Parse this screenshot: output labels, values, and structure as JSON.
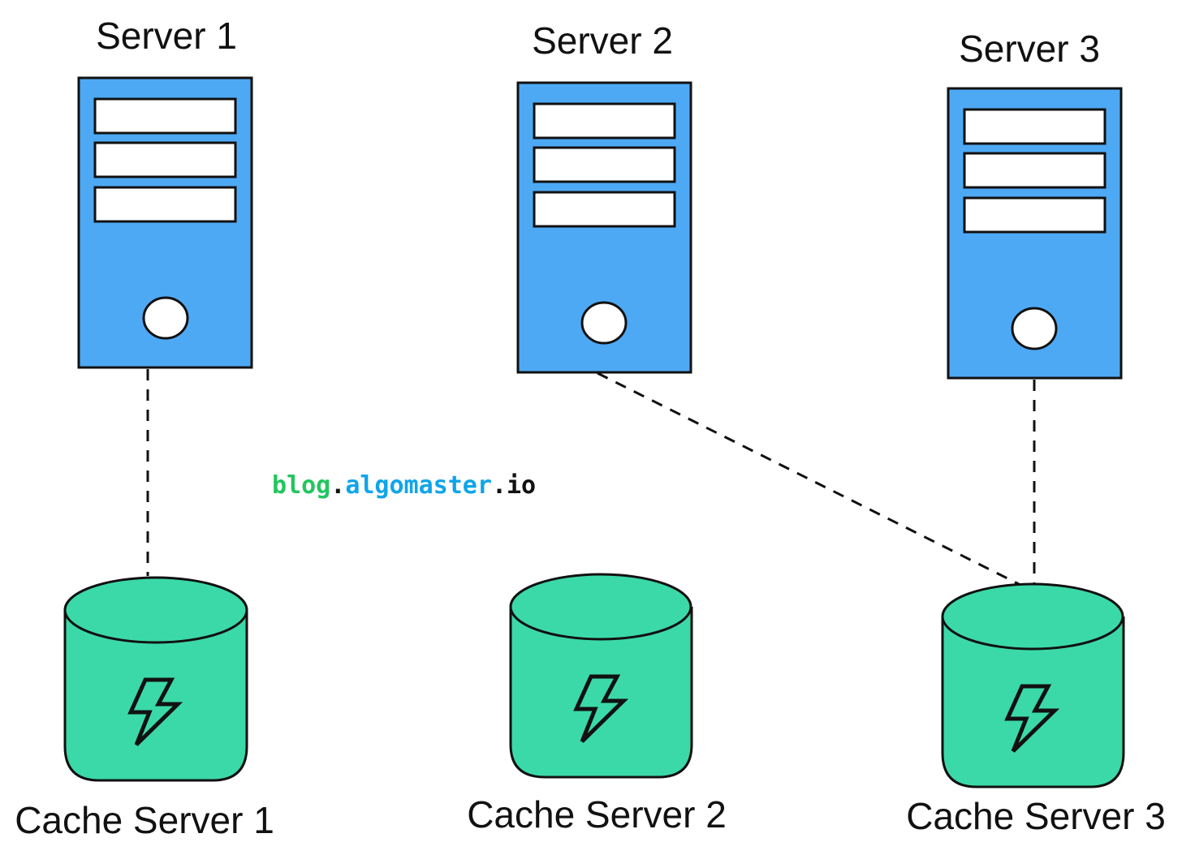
{
  "servers": [
    {
      "label": "Server 1"
    },
    {
      "label": "Server 2"
    },
    {
      "label": "Server 3"
    }
  ],
  "caches": [
    {
      "label": "Cache Server 1",
      "icon": "lightning-bolt-icon"
    },
    {
      "label": "Cache Server 2",
      "icon": "lightning-bolt-icon"
    },
    {
      "label": "Cache Server 3",
      "icon": "lightning-bolt-icon"
    }
  ],
  "connections": [
    {
      "from": "Server 1",
      "to": "Cache Server 1",
      "style": "dashed"
    },
    {
      "from": "Server 2",
      "to": "Cache Server 3",
      "style": "dashed"
    },
    {
      "from": "Server 3",
      "to": "Cache Server 3",
      "style": "dashed"
    }
  ],
  "watermark": {
    "part1": "blog",
    "dot1": ".",
    "part2": "algomaster",
    "dot2": ".",
    "part3": "io"
  },
  "colors": {
    "server_fill": "#4ea9f5",
    "cache_fill": "#3bd9a8",
    "stroke": "#111111",
    "watermark_green": "#22c55e",
    "watermark_blue": "#0ea5e9"
  }
}
